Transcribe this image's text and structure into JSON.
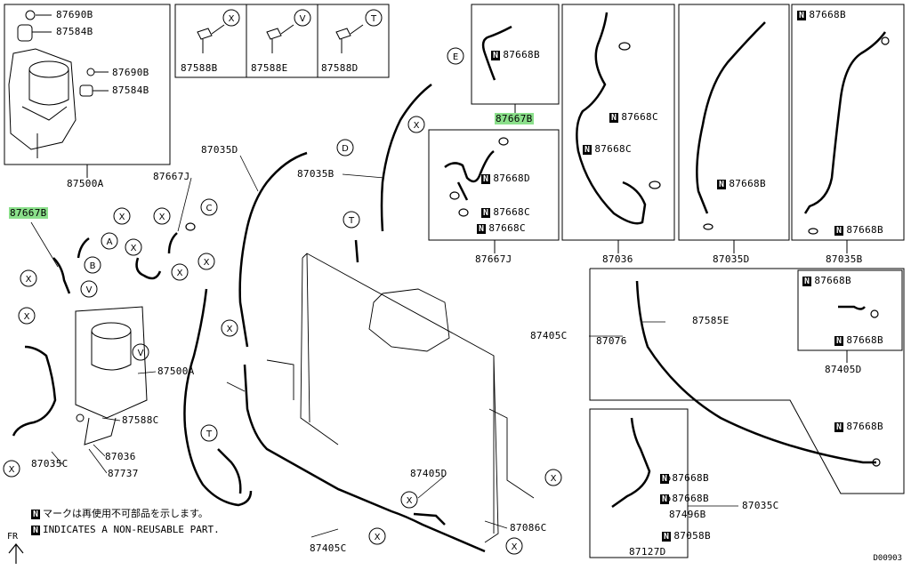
{
  "labels": {
    "p87690B_a": "87690B",
    "p87584B_a": "87584B",
    "p87690B_b": "87690B",
    "p87584B_b": "87584B",
    "p87500A_box": "87500A",
    "p87588B": "87588B",
    "p87588E": "87588E",
    "p87588D": "87588D",
    "p87667B_top": "87667B",
    "p87668B_box1": "87668B",
    "p87668C_a": "87668C",
    "p87668C_b": "87668C",
    "p87668D": "87668D",
    "p87668C_c": "87668C",
    "p87668C_d": "87668C",
    "p87667J_box": "87667J",
    "p87036_box": "87036",
    "p87668B_box3": "87668B",
    "p87035D_box": "87035D",
    "p87668B_box4a": "87668B",
    "p87668B_box4b": "87668B",
    "p87035B_box": "87035B",
    "p87035D_main": "87035D",
    "p87035B_main": "87035B",
    "p87667J_main": "87667J",
    "p87667B_main": "87667B",
    "p87500A_main": "87500A",
    "p87588C": "87588C",
    "p87036_main": "87036",
    "p87737": "87737",
    "p87035C_main": "87035C",
    "p87405C_box": "87405C",
    "p87076": "87076",
    "p87585E": "87585E",
    "p87668B_d1": "87668B",
    "p87668B_d2": "87668B",
    "p87405D_box": "87405D",
    "p87668B_right": "87668B",
    "p87405D_main": "87405D",
    "p87086C": "87086C",
    "p87405C_main": "87405C",
    "p87668B_c1": "87668B",
    "p87668B_c2": "87668B",
    "p87496B": "87496B",
    "p87058B": "87058B",
    "p87127D": "87127D",
    "p87035C_box": "87035C"
  },
  "callouts": [
    "A",
    "B",
    "C",
    "D",
    "E",
    "T",
    "V",
    "X"
  ],
  "nonreusable_mark": "N",
  "notes": {
    "jp": "マークは再使用不可部品を示します。",
    "en": "INDICATES A NON-REUSABLE PART."
  },
  "front_mark": "FR",
  "diagram_code": "D00903",
  "colors": {
    "highlight": "#8be08b",
    "line": "#000000",
    "background": "#ffffff"
  }
}
